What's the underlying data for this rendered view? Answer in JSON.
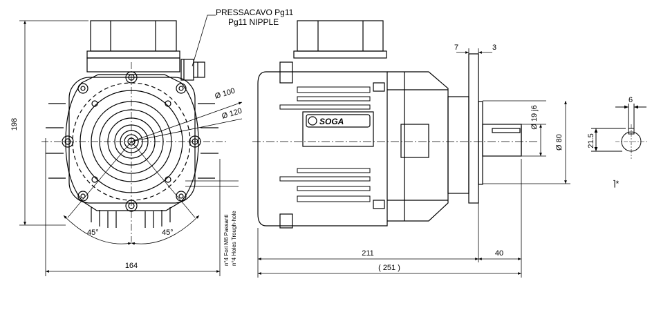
{
  "drawing": {
    "cable_gland_label": [
      "PRESSACAVO Pg11",
      "Pg11 NIPPLE"
    ],
    "brand": "SOGA",
    "front_view": {
      "height": "198",
      "width": "164",
      "diameter_small": "Ø 100",
      "diameter_large": "Ø 120",
      "angle_left": "45°",
      "angle_right": "45°",
      "holes_note_it": "n°4 Fori M6 Passanti",
      "holes_note_en": "n°4 Holes Trough-hole"
    },
    "side_view": {
      "length_body": "211",
      "length_total": "( 251 )",
      "shaft_length": "40",
      "flange_thickness": "7",
      "flange_step": "3",
      "shaft_diameter": "Ø 19 j6",
      "spigot_diameter": "Ø 80"
    },
    "key_section": {
      "key_width": "6",
      "key_height": "21.5",
      "marker": "⌉*"
    }
  }
}
